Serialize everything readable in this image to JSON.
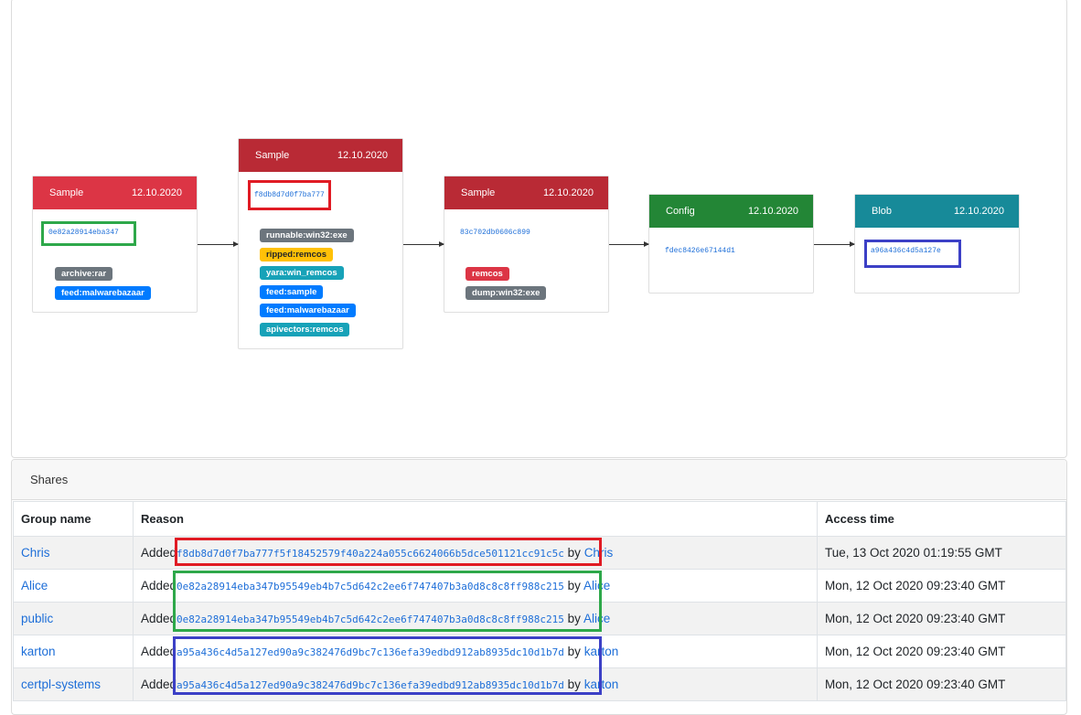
{
  "graph": {
    "nodes": [
      {
        "type": "Sample",
        "date": "12.10.2020",
        "hash": "0e82a28914eba347",
        "color": "#dc3545",
        "tags": [
          {
            "label": "archive:rar",
            "color": "#6c757d"
          },
          {
            "label": "feed:malwarebazaar",
            "color": "#007bff"
          }
        ]
      },
      {
        "type": "Sample",
        "date": "12.10.2020",
        "hash": "f8db8d7d0f7ba777",
        "color": "#b92a35",
        "tags": [
          {
            "label": "runnable:win32:exe",
            "color": "#6c757d"
          },
          {
            "label": "ripped:remcos",
            "color": "#ffc107"
          },
          {
            "label": "yara:win_remcos",
            "color": "#17a2b8"
          },
          {
            "label": "feed:sample",
            "color": "#007bff"
          },
          {
            "label": "feed:malwarebazaar",
            "color": "#007bff"
          },
          {
            "label": "apivectors:remcos",
            "color": "#17a2b8"
          }
        ]
      },
      {
        "type": "Sample",
        "date": "12.10.2020",
        "hash": "83c702db0606c899",
        "color": "#b92a35",
        "tags": [
          {
            "label": "remcos",
            "color": "#dc3545"
          },
          {
            "label": "dump:win32:exe",
            "color": "#6c757d"
          }
        ]
      },
      {
        "type": "Config",
        "date": "12.10.2020",
        "hash": "fdec8426e67144d1",
        "color": "#238636",
        "tags": []
      },
      {
        "type": "Blob",
        "date": "12.10.2020",
        "hash": "a96a436c4d5a127e",
        "color": "#178a99",
        "tags": []
      }
    ],
    "highlight_colors": {
      "red": "#e01b24",
      "green": "#2ea84a",
      "blue": "#3c40c6"
    }
  },
  "shares": {
    "title": "Shares",
    "columns": [
      "Group name",
      "Reason",
      "Access time"
    ],
    "rows": [
      {
        "group": "Chris",
        "added": "Added",
        "hash": "f8db8d7d0f7ba777f5f18452579f40a224a055c6624066b5dce501121cc91c5c",
        "by": "by",
        "user": "Chris",
        "time": "Tue, 13 Oct 2020 01:19:55 GMT"
      },
      {
        "group": "Alice",
        "added": "Added",
        "hash": "0e82a28914eba347b95549eb4b7c5d642c2ee6f747407b3a0d8c8c8ff988c215",
        "by": "by",
        "user": "Alice",
        "time": "Mon, 12 Oct 2020 09:23:40 GMT"
      },
      {
        "group": "public",
        "added": "Added",
        "hash": "0e82a28914eba347b95549eb4b7c5d642c2ee6f747407b3a0d8c8c8ff988c215",
        "by": "by",
        "user": "Alice",
        "time": "Mon, 12 Oct 2020 09:23:40 GMT"
      },
      {
        "group": "karton",
        "added": "Added",
        "hash": "a95a436c4d5a127ed90a9c382476d9bc7c136efa39edbd912ab8935dc10d1b7d",
        "by": "by",
        "user": "karton",
        "time": "Mon, 12 Oct 2020 09:23:40 GMT"
      },
      {
        "group": "certpl-systems",
        "added": "Added",
        "hash": "a95a436c4d5a127ed90a9c382476d9bc7c136efa39edbd912ab8935dc10d1b7d",
        "by": "by",
        "user": "karton",
        "time": "Mon, 12 Oct 2020 09:23:40 GMT"
      }
    ]
  }
}
